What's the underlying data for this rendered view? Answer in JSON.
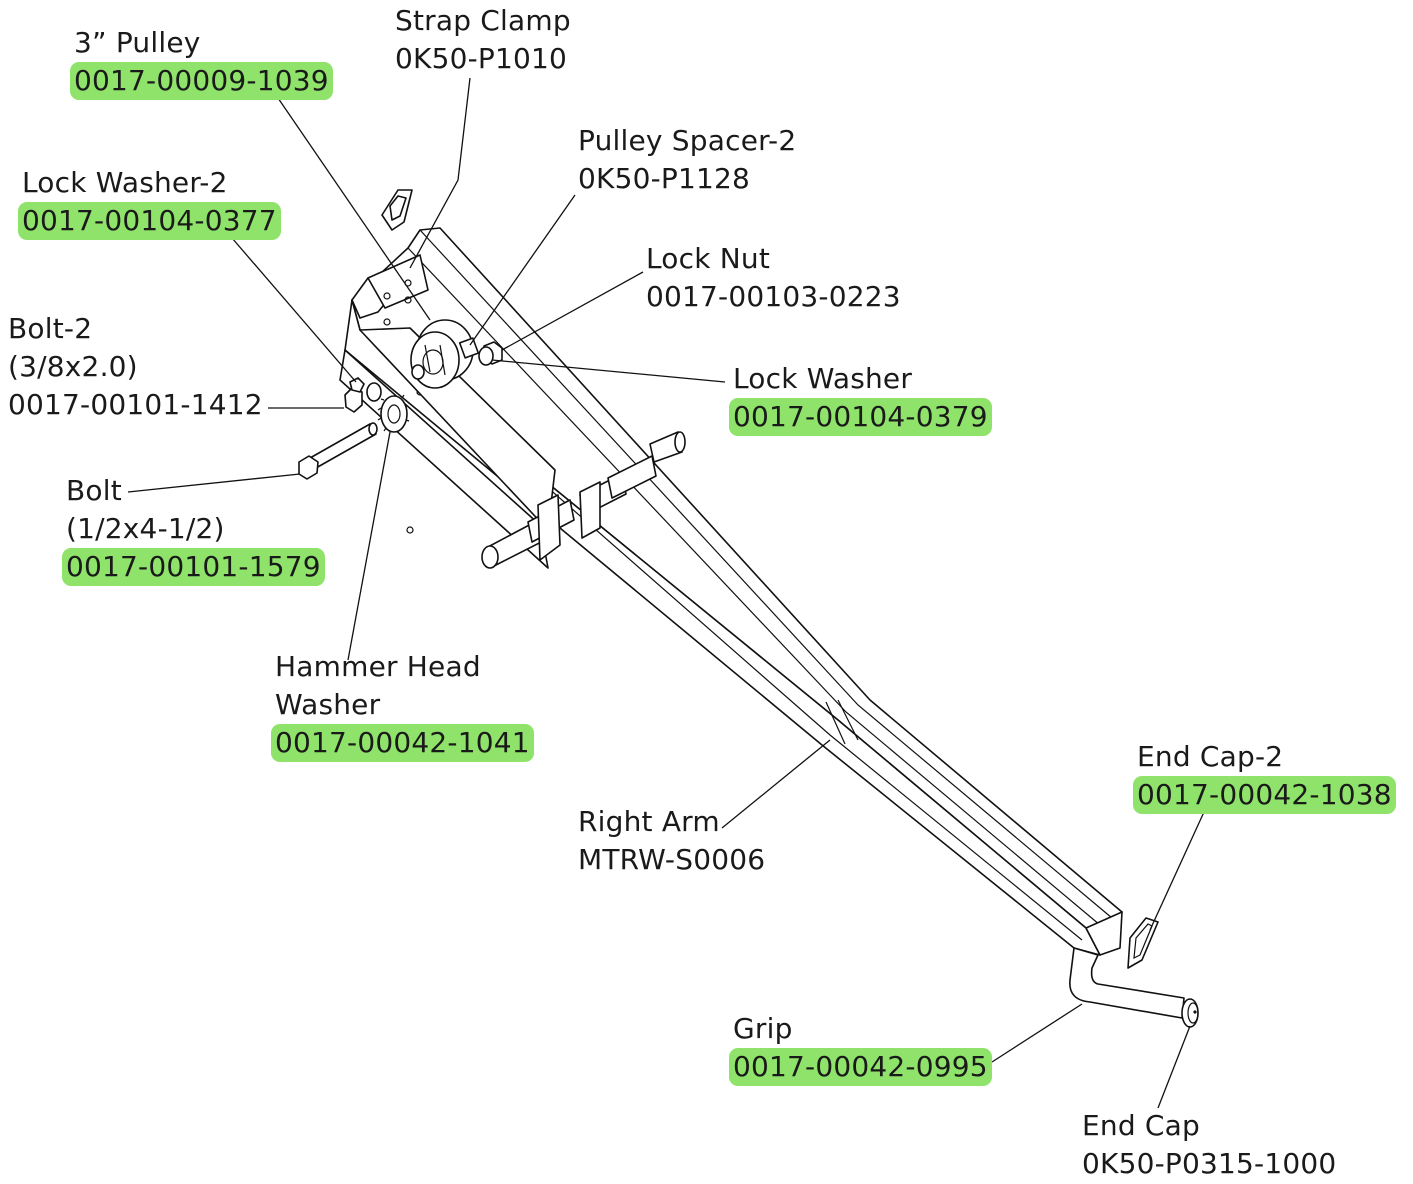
{
  "callouts": [
    {
      "key": "pulley",
      "name": "3” Pulley",
      "part_no": "0017-00009-1039",
      "highlight": true
    },
    {
      "key": "strap_clamp",
      "name": "Strap Clamp",
      "part_no": "0K50-P1010",
      "highlight": false
    },
    {
      "key": "pulley_spacer",
      "name": "Pulley Spacer-2",
      "part_no": "0K50-P1128",
      "highlight": false
    },
    {
      "key": "lock_washer_2",
      "name": "Lock Washer-2",
      "part_no": "0017-00104-0377",
      "highlight": true
    },
    {
      "key": "lock_nut",
      "name": "Lock Nut",
      "part_no": "0017-00103-0223",
      "highlight": false
    },
    {
      "key": "bolt_2",
      "name": "Bolt-2",
      "spec": "(3/8x2.0)",
      "part_no": "0017-00101-1412",
      "highlight": false
    },
    {
      "key": "lock_washer",
      "name": "Lock Washer",
      "part_no": "0017-00104-0379",
      "highlight": true
    },
    {
      "key": "bolt",
      "name": "Bolt",
      "spec": "(1/2x4-1/2)",
      "part_no": "0017-00101-1579",
      "highlight": true
    },
    {
      "key": "hammer_head_washer",
      "name": "Hammer Head",
      "name2": "Washer",
      "part_no": "0017-00042-1041",
      "highlight": true
    },
    {
      "key": "end_cap_2",
      "name": "End Cap-2",
      "part_no": "0017-00042-1038",
      "highlight": true
    },
    {
      "key": "right_arm",
      "name": "Right Arm",
      "part_no": "MTRW-S0006",
      "highlight": false
    },
    {
      "key": "grip",
      "name": "Grip",
      "part_no": "0017-00042-0995",
      "highlight": true
    },
    {
      "key": "end_cap",
      "name": "End Cap",
      "part_no": "0K50-P0315-1000",
      "highlight": false
    }
  ],
  "colors": {
    "highlight": "#8fe36b",
    "line": "#111111",
    "text": "#1a1a1a"
  }
}
